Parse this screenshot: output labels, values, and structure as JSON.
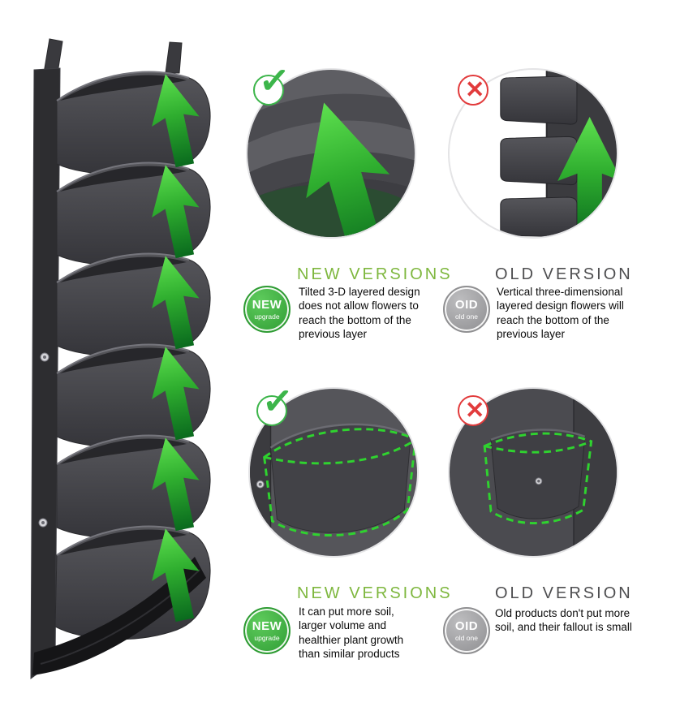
{
  "colors": {
    "new_heading_green": "#7eb73e",
    "old_heading_gray": "#4e4e50",
    "badge_new_green": "#2f9c34",
    "badge_old_gray": "#909092",
    "check_green": "#3cb54a",
    "cross_red": "#e23b3c",
    "arrow_green_bright": "#5ee04f",
    "arrow_green_dark": "#0a6a1e",
    "fabric_dark": "#35353a",
    "fabric_light": "#56565b",
    "dashed_outline_green": "#2fd32f"
  },
  "icons": {
    "check": "✓",
    "cross": "✕"
  },
  "sections": [
    {
      "new": {
        "heading": "NEW VERSIONS",
        "badge": {
          "line1": "NEW",
          "line2": "upgrade"
        },
        "description": "Tilted 3-D layered design does not allow flowers to reach the bottom of the previous layer"
      },
      "old": {
        "heading": "OLD VERSION",
        "badge": {
          "line1": "OID",
          "line2": "old one"
        },
        "description": "Vertical three-dimensional layered design flowers will reach the bottom of the previous layer"
      }
    },
    {
      "new": {
        "heading": "NEW VERSIONS",
        "badge": {
          "line1": "NEW",
          "line2": "upgrade"
        },
        "description": "It can put more soil, larger volume and healthier plant growth than similar products"
      },
      "old": {
        "heading": "OLD VERSION",
        "badge": {
          "line1": "OID",
          "line2": "old one"
        },
        "description": "Old products don't put more soil, and their fallout is small"
      }
    }
  ]
}
